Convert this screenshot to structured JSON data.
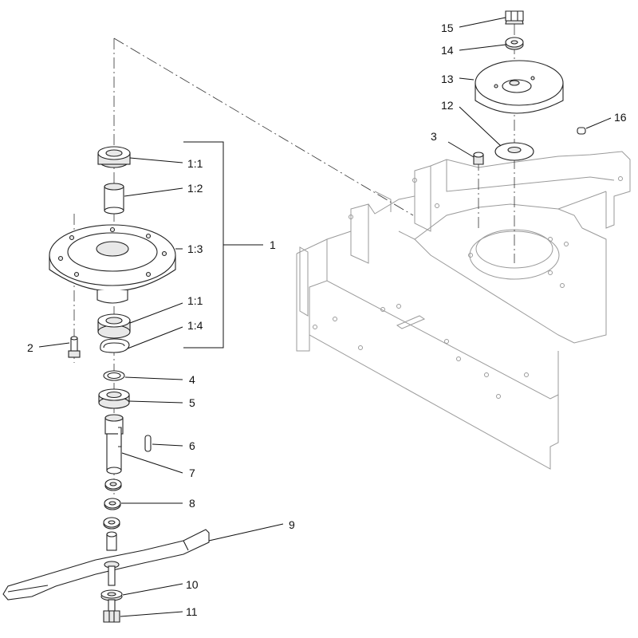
{
  "callouts": {
    "c1": "1",
    "c1_1a": "1:1",
    "c1_2": "1:2",
    "c1_3": "1:3",
    "c1_1b": "1:1",
    "c1_4": "1:4",
    "c2": "2",
    "c3": "3",
    "c4": "4",
    "c5": "5",
    "c6": "6",
    "c7": "7",
    "c8": "8",
    "c9": "9",
    "c10": "10",
    "c11": "11",
    "c12": "12",
    "c13": "13",
    "c14": "14",
    "c15": "15",
    "c16": "16"
  }
}
